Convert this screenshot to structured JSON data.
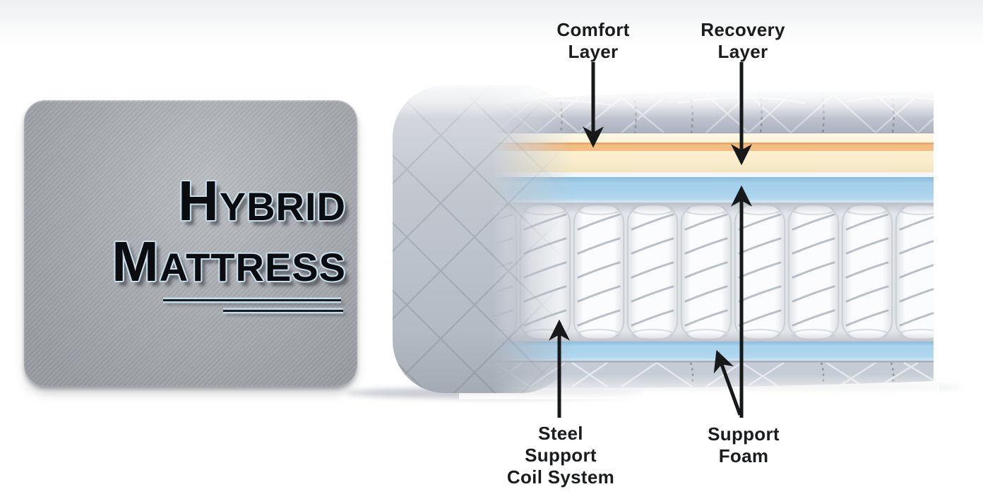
{
  "title_panel": {
    "word1": "Hybrid",
    "word2": "Mattress"
  },
  "annotations": {
    "comfort_layer": {
      "lines": [
        "Comfort",
        "Layer"
      ]
    },
    "recovery_layer": {
      "lines": [
        "Recovery",
        "Layer"
      ]
    },
    "coil_system": {
      "lines": [
        "Steel",
        "Support",
        "Coil System"
      ]
    },
    "support_foam": {
      "lines": [
        "Support",
        "Foam"
      ]
    }
  },
  "layers": {
    "quilted_cover": {
      "color": "#bcc2cb"
    },
    "top_fabric": {
      "color": "#b3b9c6"
    },
    "comfort_foam": {
      "color": "#fbefcd"
    },
    "comfort_stripe": {
      "color": "#f3bd84"
    },
    "recovery_foam_blue": {
      "color": "#a6d1ec"
    },
    "coil_pocket": {
      "color": "#fbfcfe"
    },
    "support_foam_bottom": {
      "color": "#abd4ee"
    },
    "base_fabric": {
      "color": "#c6ccd5"
    }
  },
  "colors": {
    "arrow": "#17181a",
    "label_text": "#1b1c1e",
    "panel_gray": "#a9adb4",
    "title_text": "#0b0c0f",
    "title_outline": "#c9dfec",
    "background": "#ffffff"
  }
}
